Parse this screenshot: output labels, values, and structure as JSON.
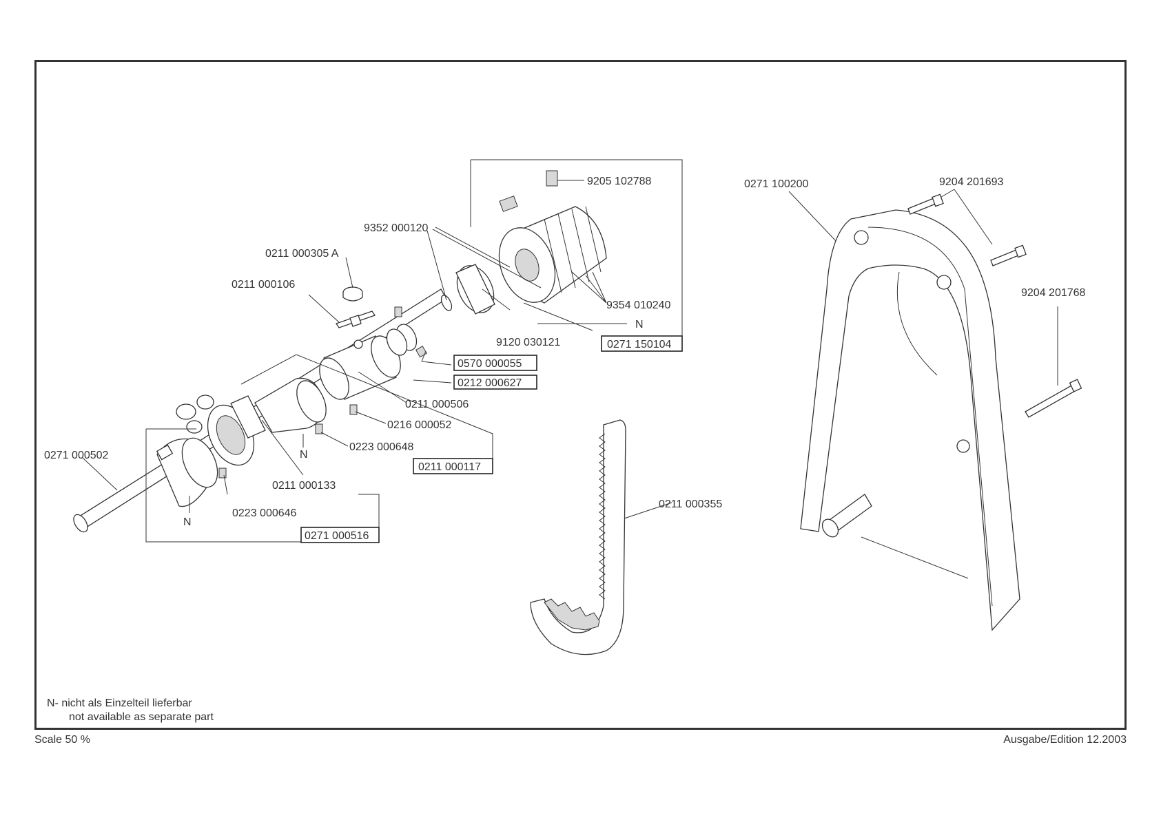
{
  "parts": {
    "p9205_102788": "9205 102788",
    "p9352_000120": "9352 000120",
    "p0211_000305A": "0211 000305 A",
    "p0211_000106": "0211 000106",
    "p9354_010240": "9354 010240",
    "pN_top": "N",
    "p9120_030121": "9120 030121",
    "p0271_150104": "0271 150104",
    "p0570_000055": "0570 000055",
    "p0212_000627": "0212 000627",
    "p0211_000506": "0211 000506",
    "p0216_000052": "0216 000052",
    "p0223_000648": "0223 000648",
    "pN_mid": "N",
    "p0211_000117": "0211 000117",
    "p0271_000502": "0271 000502",
    "p0211_000133": "0211 000133",
    "p0223_000646": "0223 000646",
    "pN_low": "N",
    "p0271_000516": "0271 000516",
    "p0211_000355": "0211 000355",
    "p0271_100200": "0271 100200",
    "p9204_201693": "9204 201693",
    "p9204_201768": "9204 201768"
  },
  "footnote": {
    "line1": "N- nicht als Einzelteil lieferbar",
    "line2": "not available as separate part"
  },
  "footer": {
    "scale": "Scale 50 %",
    "edition": "Ausgabe/Edition 12.2003"
  }
}
